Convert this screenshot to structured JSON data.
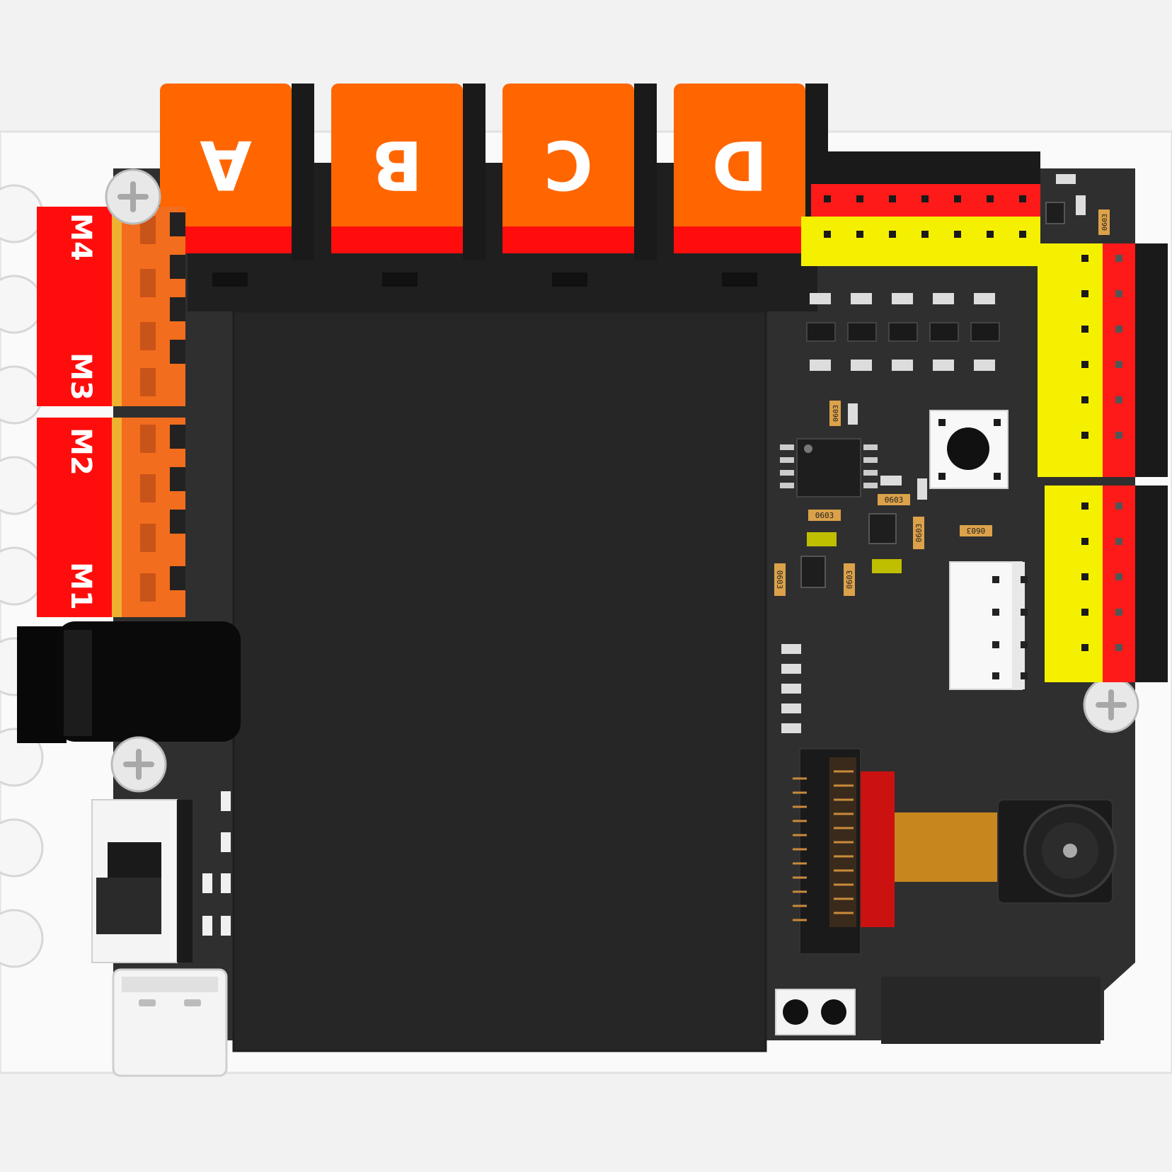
{
  "colors": {
    "background": "#f2f2f2",
    "pcb": "#2f2f2f",
    "module": "#262626",
    "orange": "#ff6600",
    "red": "#ff1a1a",
    "yellow": "#f5f000",
    "white": "#f8f8f8"
  },
  "ports": [
    {
      "id": "a",
      "label": "A"
    },
    {
      "id": "b",
      "label": "B"
    },
    {
      "id": "c",
      "label": "C"
    },
    {
      "id": "d",
      "label": "D"
    }
  ],
  "motors": [
    {
      "id": "m4",
      "label": "M4"
    },
    {
      "id": "m3",
      "label": "M3"
    },
    {
      "id": "m2",
      "label": "M2"
    },
    {
      "id": "m1",
      "label": "M1"
    }
  ],
  "smd": {
    "code": "0603"
  },
  "icons": [
    "screw-icon",
    "push-button-icon",
    "camera-lens-icon",
    "usb-c-icon",
    "slide-switch-icon"
  ]
}
